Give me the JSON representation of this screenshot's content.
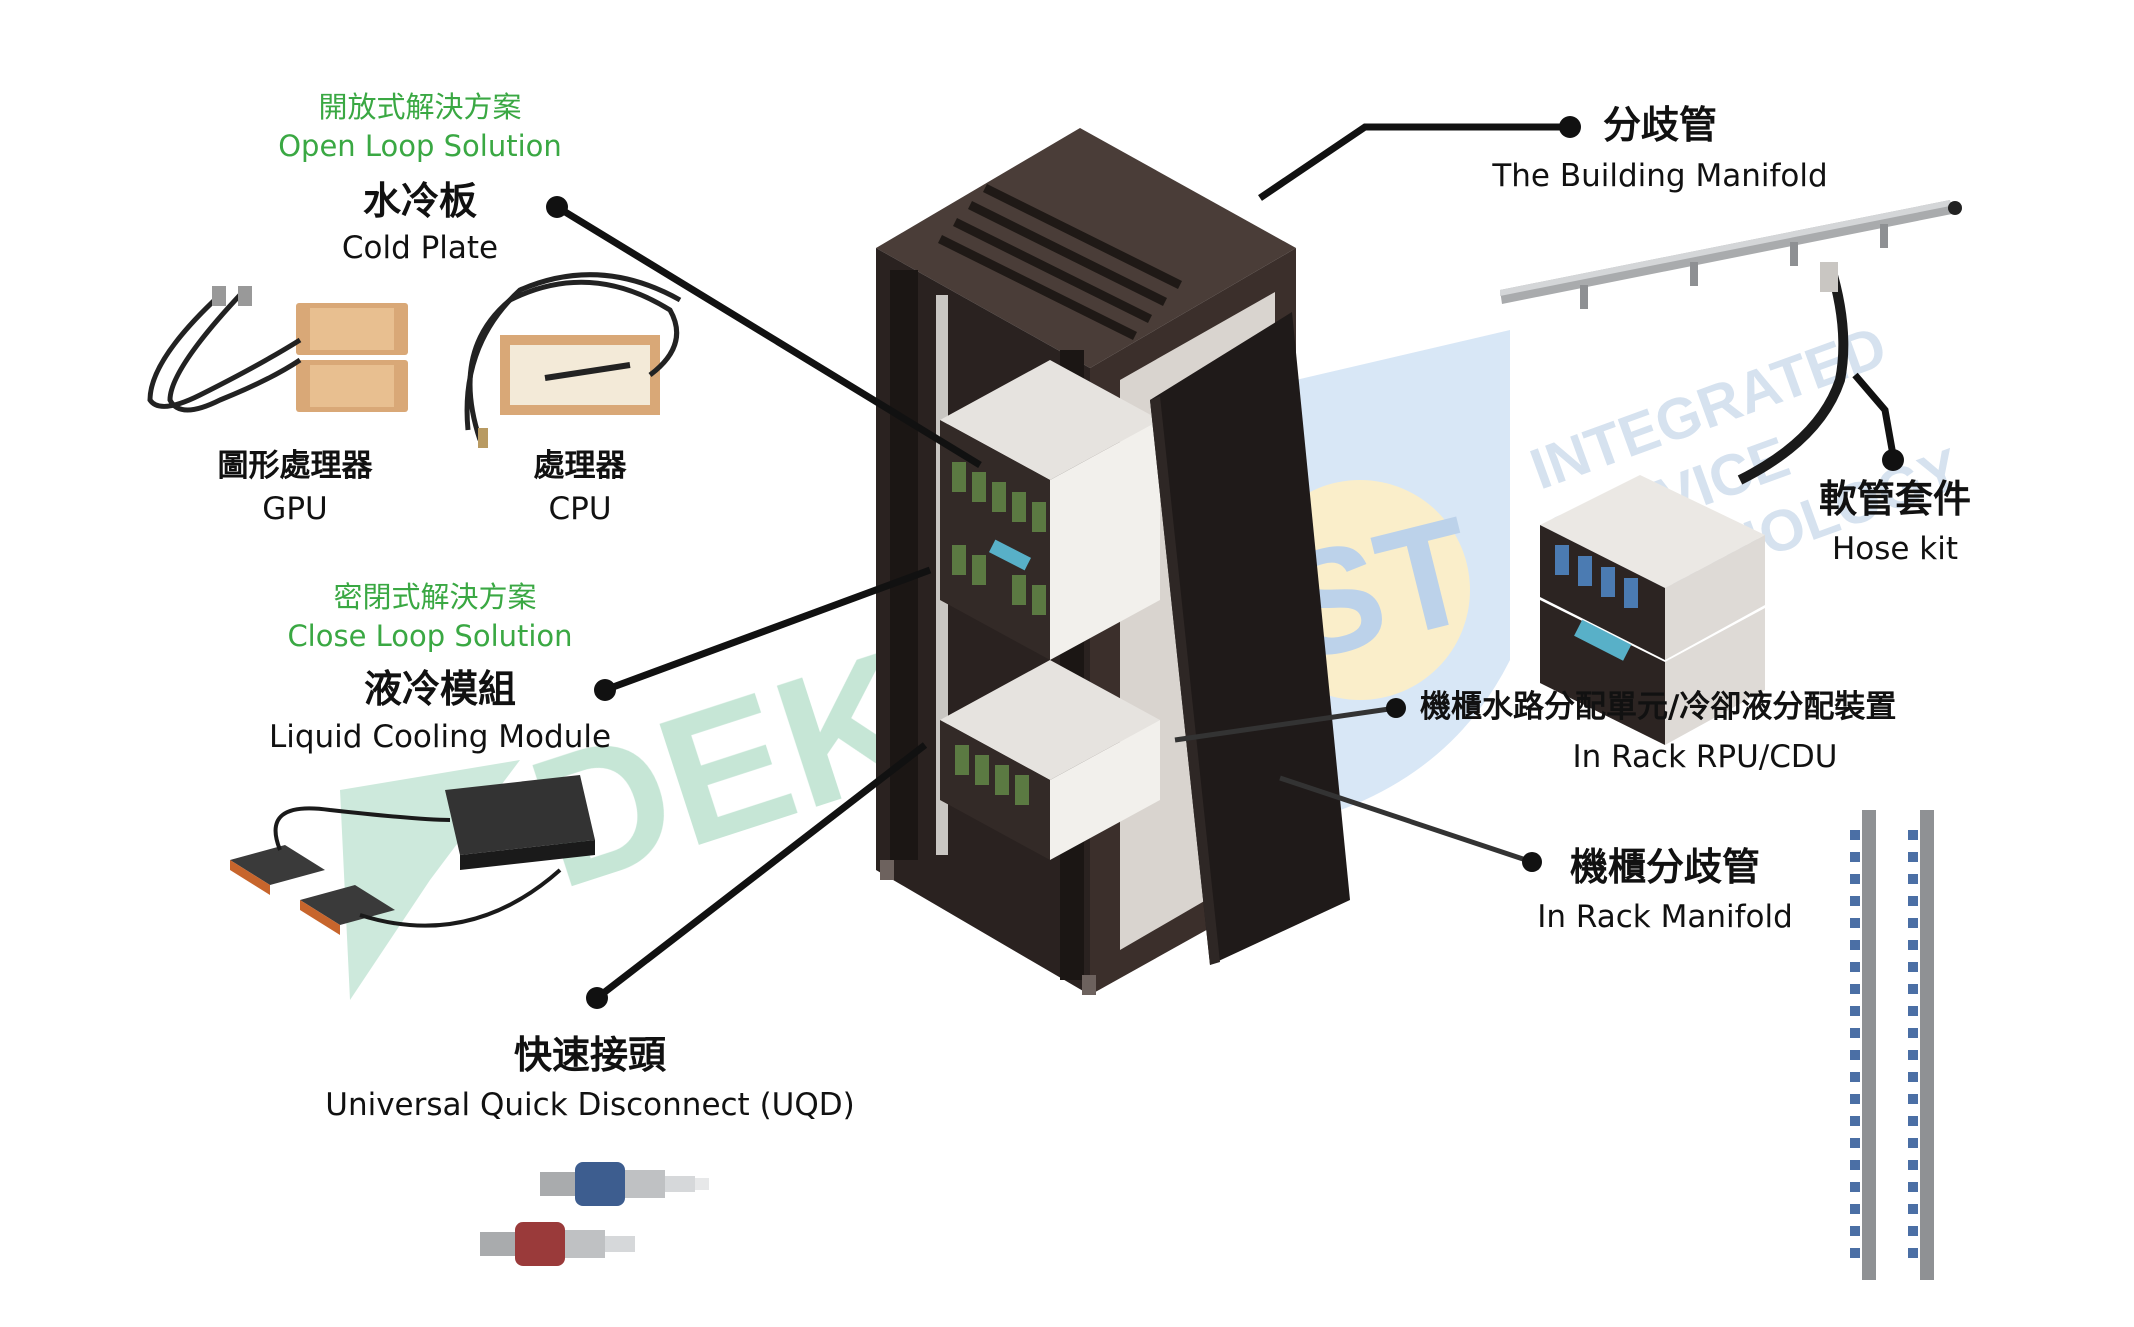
{
  "open_loop": {
    "zh": "開放式解決方案",
    "en": "Open Loop Solution"
  },
  "cold_plate": {
    "zh": "水冷板",
    "en": "Cold Plate"
  },
  "gpu": {
    "zh": "圖形處理器",
    "en": "GPU"
  },
  "cpu": {
    "zh": "處理器",
    "en": "CPU"
  },
  "close_loop": {
    "zh": "密閉式解決方案",
    "en": "Close Loop Solution"
  },
  "liquid_module": {
    "zh": "液冷模組",
    "en": "Liquid Cooling Module"
  },
  "uqd": {
    "zh": "快速接頭",
    "en": "Universal Quick Disconnect (UQD)"
  },
  "building_manifold": {
    "zh": "分歧管",
    "en": "The Building Manifold"
  },
  "hose_kit": {
    "zh": "軟管套件",
    "en": "Hose kit"
  },
  "rpu_cdu": {
    "zh": "機櫃水路分配單元/冷卻液分配裝置",
    "en": "In Rack RPU/CDU"
  },
  "rack_manifold": {
    "zh": "機櫃分歧管",
    "en": "In Rack Manifold"
  },
  "watermark": {
    "dekra": "DEKRA",
    "ist_line1": "INTEGRATED",
    "ist_line2": "SERVICE",
    "ist_line3": "TECHNOLOGY",
    "ist_logo": "iST"
  },
  "colors": {
    "green": "#3aa843",
    "rack": "#3b2f2b",
    "leader": "#111111",
    "uqd_blue": "#3d5d8f",
    "uqd_red": "#9a3a3a",
    "copper": "#d9a877"
  }
}
